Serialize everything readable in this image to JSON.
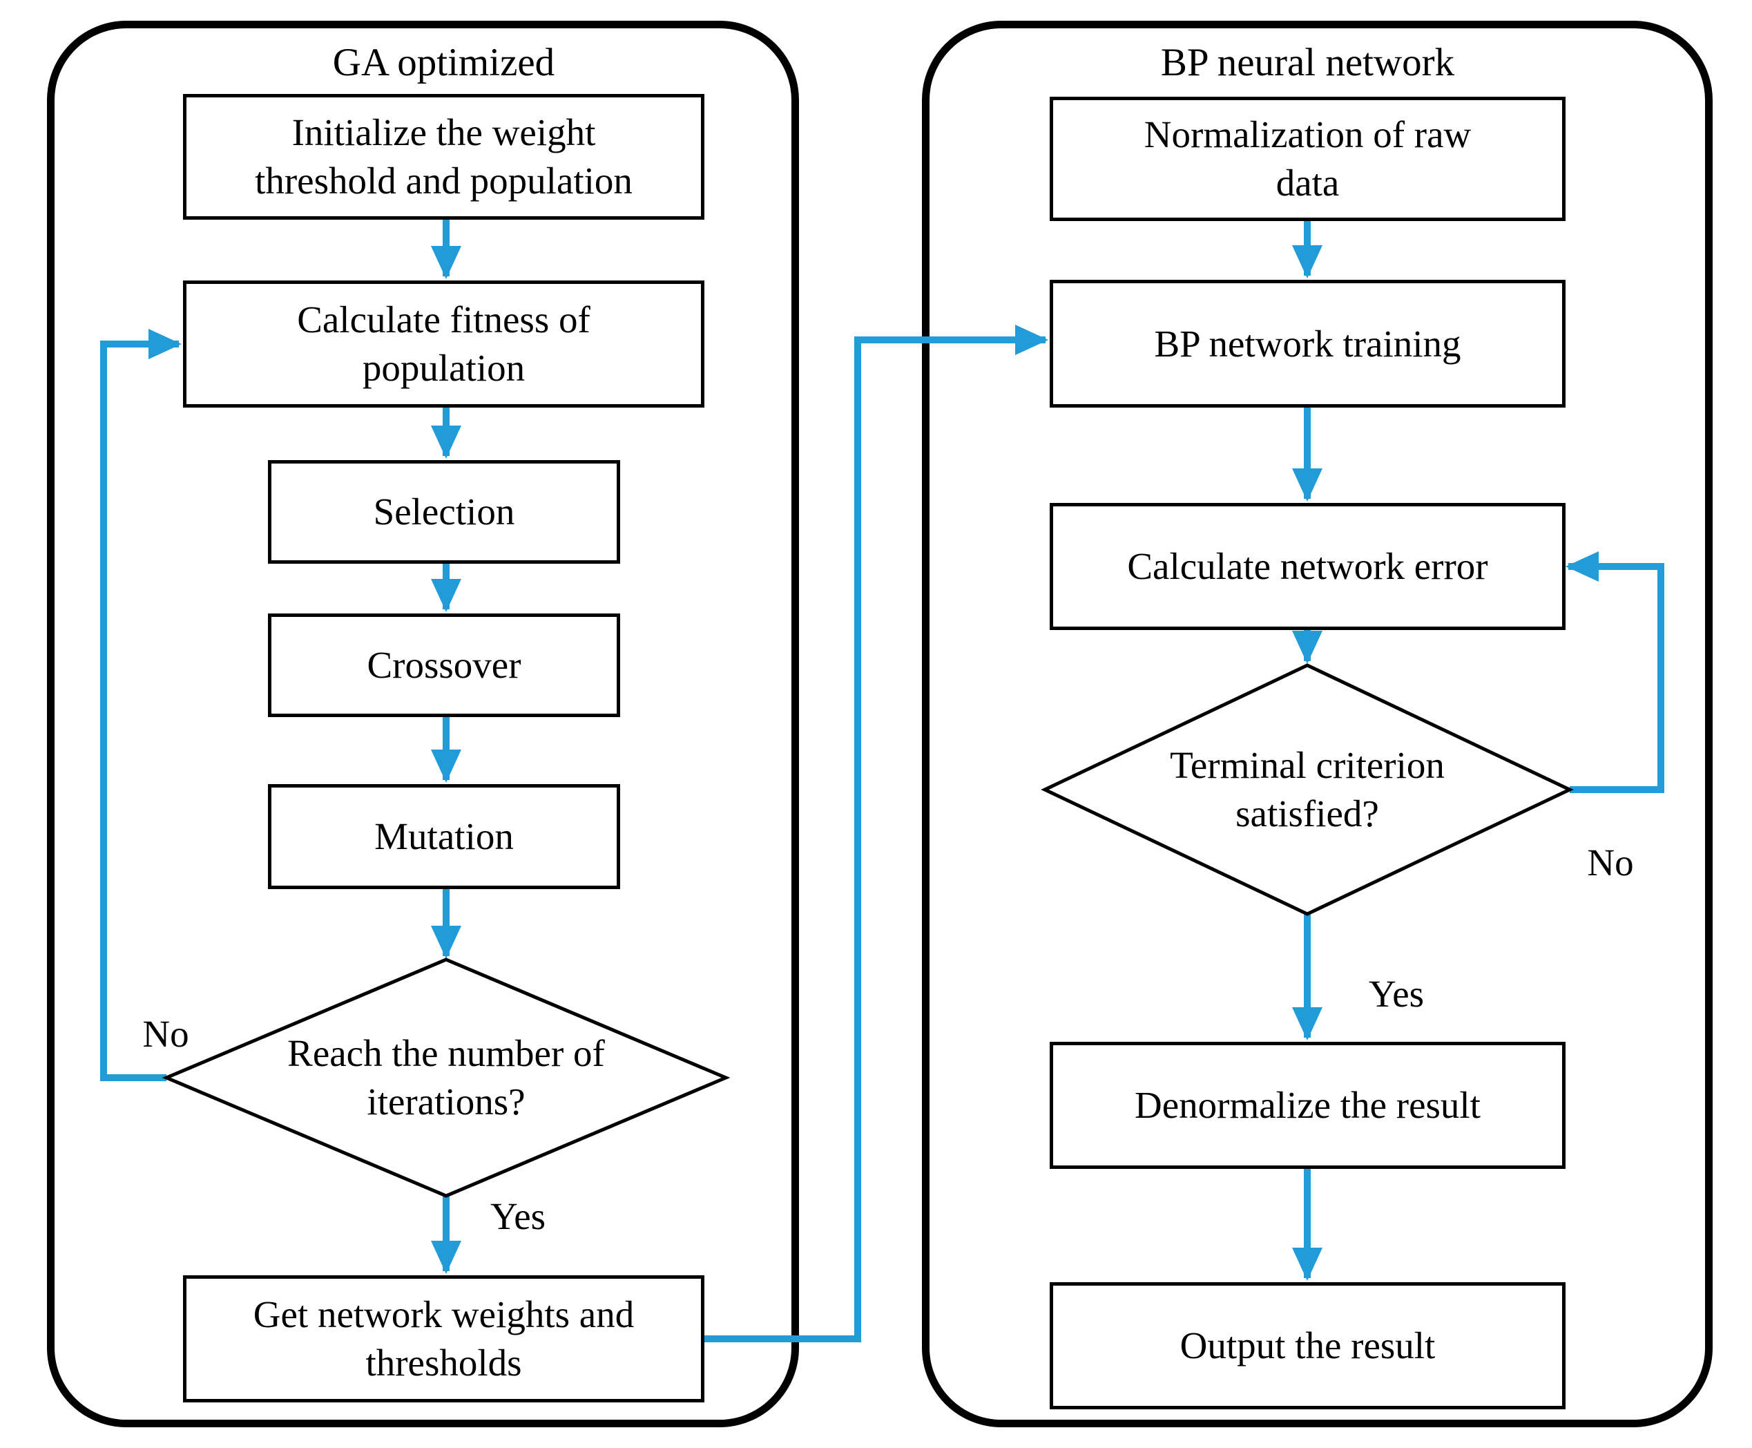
{
  "figure": {
    "colors": {
      "arrow": "#219CD8",
      "outline": "#000000"
    },
    "left_panel": {
      "title": "GA optimized",
      "no_label": "No",
      "yes_label": "Yes",
      "nodes": {
        "init": "Initialize the weight\nthreshold and population",
        "fitness": "Calculate fitness of\npopulation",
        "selection": "Selection",
        "crossover": "Crossover",
        "mutation": "Mutation",
        "iterations_decision": "Reach the number of\niterations?",
        "get_weights": "Get network weights and\nthresholds"
      }
    },
    "right_panel": {
      "title": "BP neural network",
      "no_label": "No",
      "yes_label": "Yes",
      "nodes": {
        "normalize": "Normalization of raw\ndata",
        "training": "BP network training",
        "error": "Calculate network error",
        "terminal_decision": "Terminal criterion\nsatisfied?",
        "denormalize": "Denormalize the result",
        "output": "Output the result"
      }
    }
  }
}
